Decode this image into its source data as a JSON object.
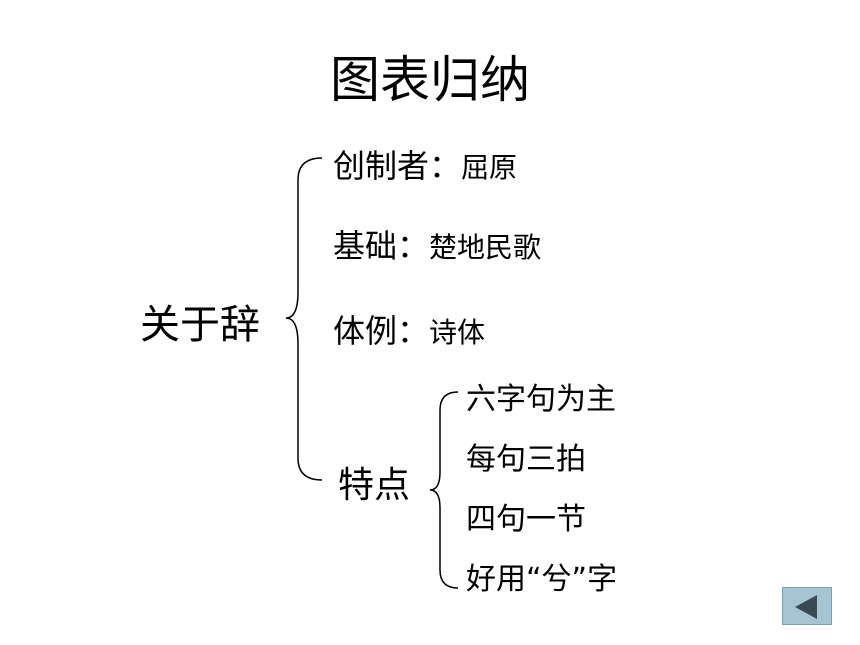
{
  "title": "图表归纳",
  "root": "关于辞",
  "items": [
    {
      "label": "创制者：",
      "value": "屈原"
    },
    {
      "label": "基础：",
      "value": "楚地民歌"
    },
    {
      "label": "体例：",
      "value": "诗体"
    },
    {
      "label": "特点",
      "value": ""
    }
  ],
  "features": [
    "六字句为主",
    "每句三拍",
    "四句一节",
    "好用“兮”字"
  ],
  "nav": {
    "back_icon": "back-triangle-icon",
    "back_color": "#a6c4d4"
  }
}
